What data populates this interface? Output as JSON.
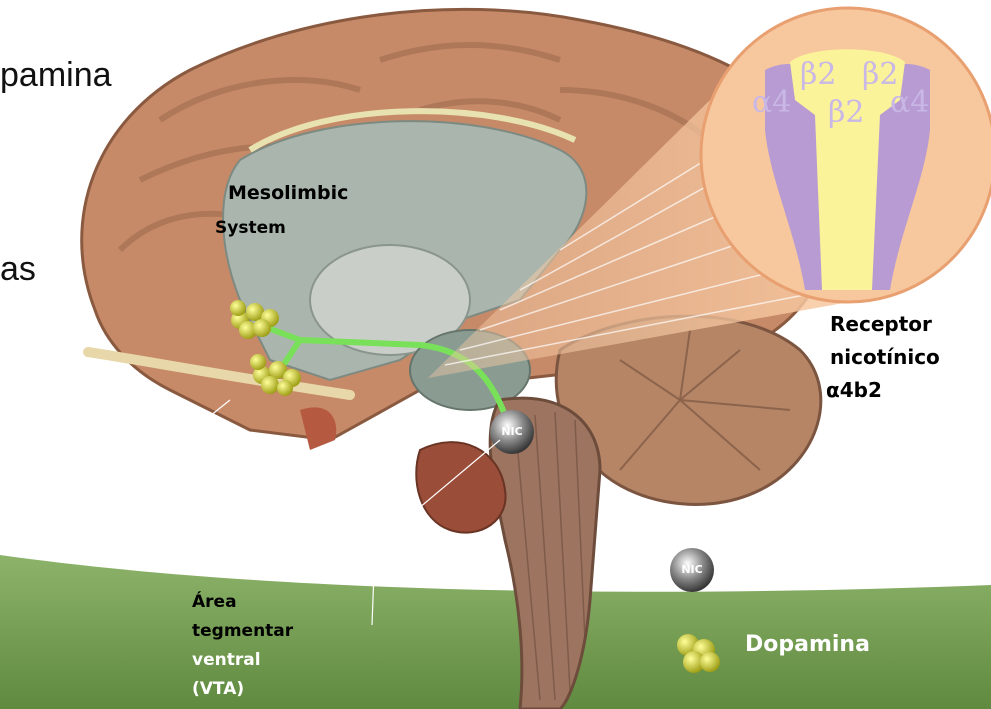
{
  "slide": {
    "partial_text_1": "pamina",
    "partial_text_2": "as"
  },
  "labels": {
    "mesolimbic": "Mesolimbic",
    "system": "System",
    "receptor_line1": "Receptor",
    "receptor_line2": "nicotínico",
    "receptor_line3": "α4b2",
    "vta_line1": "Área",
    "vta_line2": "tegmentar",
    "vta_line3": "ventral",
    "vta_line4": "(VTA)",
    "dopamina": "Dopamina",
    "nic_1": "NIC",
    "nic_2": "NIC"
  },
  "receptor_subunits": {
    "a4_left": "α4",
    "b2_top_left": "β2",
    "b2_top_right": "β2",
    "b2_center": "β2",
    "a4_right": "α4"
  },
  "colors": {
    "ground": "#6e9a4e",
    "brain_cortex": "#c78a68",
    "cerebellum": "#b58566",
    "brainstem": "#9c7460",
    "inner_gray": "#aab6ad",
    "pathway": "#79e05a",
    "dopamine": "#e8e22a",
    "receptor_bg": "#f7c79e",
    "alpha_subunit": "#b79bd2",
    "beta_subunit": "#fbf39a"
  }
}
